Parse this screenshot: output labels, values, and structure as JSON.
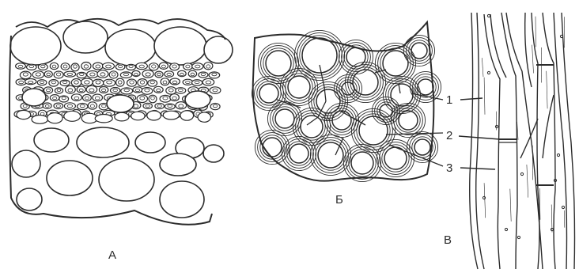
{
  "panels": {
    "a": {
      "label": "А"
    },
    "b": {
      "label": "Б"
    },
    "c": {
      "label": "В"
    }
  },
  "callouts": [
    {
      "number": "1"
    },
    {
      "number": "2"
    },
    {
      "number": "3"
    }
  ],
  "colors": {
    "ink": "#2b2b2b",
    "paper": "#ffffff"
  }
}
